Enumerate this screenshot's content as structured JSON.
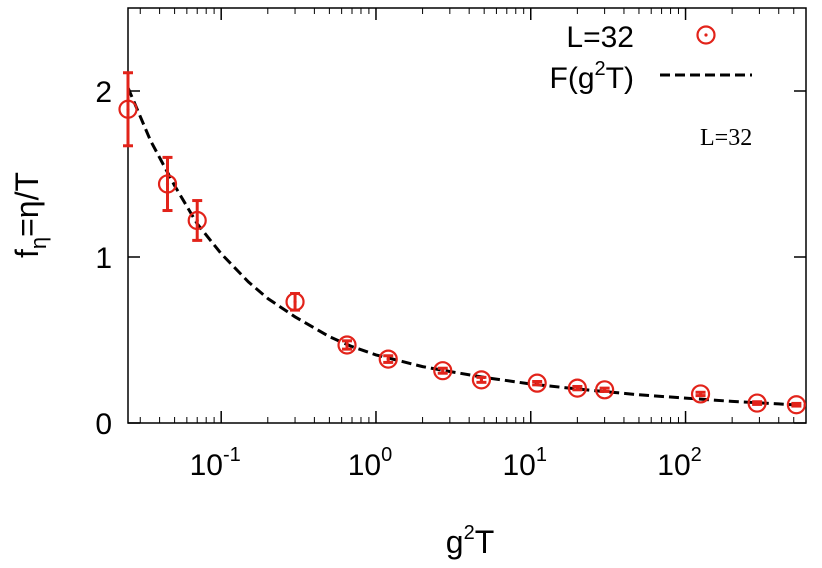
{
  "chart_data": {
    "type": "scatter",
    "xscale": "log",
    "xlim": [
      0.025,
      600
    ],
    "ylim": [
      0,
      2.5
    ],
    "xlabel": {
      "base": "g",
      "sup": "2",
      "tail": "T"
    },
    "ylabel": {
      "base": "f",
      "sub": "η",
      "tail": "=η/T"
    },
    "x_ticks": [
      {
        "value": 0.1,
        "base": "10",
        "exp": "-1"
      },
      {
        "value": 1,
        "base": "10",
        "exp": "0"
      },
      {
        "value": 10,
        "base": "10",
        "exp": "1"
      },
      {
        "value": 100,
        "base": "10",
        "exp": "2"
      }
    ],
    "y_ticks": [
      {
        "value": 0,
        "label": "0"
      },
      {
        "value": 1,
        "label": "1"
      },
      {
        "value": 2,
        "label": "2"
      }
    ],
    "series": [
      {
        "name": "L=32",
        "kind": "points-with-errorbars",
        "color": "#e2231a",
        "points": [
          {
            "x": 0.025,
            "y": 1.89,
            "err": 0.22
          },
          {
            "x": 0.045,
            "y": 1.44,
            "err": 0.16
          },
          {
            "x": 0.07,
            "y": 1.22,
            "err": 0.12
          },
          {
            "x": 0.3,
            "y": 0.73,
            "err": 0.05
          },
          {
            "x": 0.65,
            "y": 0.47,
            "err": 0.025
          },
          {
            "x": 1.2,
            "y": 0.385,
            "err": 0.02
          },
          {
            "x": 2.7,
            "y": 0.315,
            "err": 0.015
          },
          {
            "x": 4.8,
            "y": 0.26,
            "err": 0.015
          },
          {
            "x": 11,
            "y": 0.24,
            "err": 0.01
          },
          {
            "x": 20,
            "y": 0.21,
            "err": 0.01
          },
          {
            "x": 30,
            "y": 0.2,
            "err": 0.01
          },
          {
            "x": 125,
            "y": 0.175,
            "err": 0.01
          },
          {
            "x": 290,
            "y": 0.12,
            "err": 0.008
          },
          {
            "x": 520,
            "y": 0.11,
            "err": 0.008
          }
        ]
      },
      {
        "name": {
          "base": "F(g",
          "sup": "2",
          "tail": "T)"
        },
        "kind": "dashed-curve",
        "color": "#000000",
        "points": [
          {
            "x": 0.025,
            "y": 2.02
          },
          {
            "x": 0.035,
            "y": 1.7
          },
          {
            "x": 0.05,
            "y": 1.43
          },
          {
            "x": 0.07,
            "y": 1.2
          },
          {
            "x": 0.1,
            "y": 1.02
          },
          {
            "x": 0.15,
            "y": 0.85
          },
          {
            "x": 0.2,
            "y": 0.75
          },
          {
            "x": 0.3,
            "y": 0.64
          },
          {
            "x": 0.5,
            "y": 0.52
          },
          {
            "x": 0.7,
            "y": 0.46
          },
          {
            "x": 1,
            "y": 0.41
          },
          {
            "x": 2,
            "y": 0.34
          },
          {
            "x": 3,
            "y": 0.31
          },
          {
            "x": 5,
            "y": 0.275
          },
          {
            "x": 10,
            "y": 0.235
          },
          {
            "x": 20,
            "y": 0.205
          },
          {
            "x": 50,
            "y": 0.17
          },
          {
            "x": 100,
            "y": 0.15
          },
          {
            "x": 200,
            "y": 0.13
          },
          {
            "x": 400,
            "y": 0.115
          },
          {
            "x": 600,
            "y": 0.105
          }
        ]
      }
    ],
    "legend": "top-right",
    "annotation": "L=32",
    "grid": false
  }
}
